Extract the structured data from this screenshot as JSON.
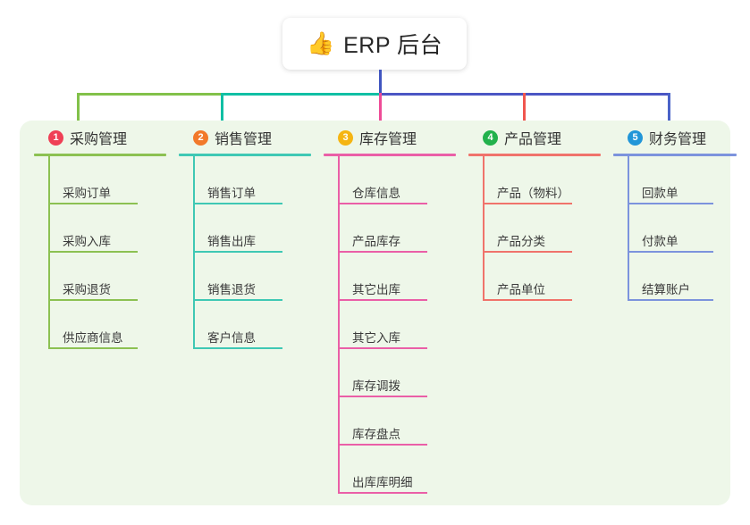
{
  "root": {
    "icon": "thumbs-up-emoji",
    "emoji": "👍",
    "title": "ERP 后台"
  },
  "palette": {
    "panel_bg": "#eef7e9",
    "page_bg": "#ffffff",
    "text": "#333333",
    "root_stem": "#4055c0"
  },
  "bus": {
    "segments": [
      {
        "name": "bus-green",
        "color": "#82c14a"
      },
      {
        "name": "bus-teal",
        "color": "#11bfa4"
      },
      {
        "name": "bus-indigo",
        "color": "#4b56c4"
      }
    ]
  },
  "columns": [
    {
      "index": "1",
      "title": "采购管理",
      "badge_color": "#ef4056",
      "line_color": "#8cc152",
      "drop_color": "#82c14a",
      "items": [
        "采购订单",
        "采购入库",
        "采购退货",
        "供应商信息"
      ]
    },
    {
      "index": "2",
      "title": "销售管理",
      "badge_color": "#f2792a",
      "line_color": "#3fc8b4",
      "drop_color": "#11bfa4",
      "items": [
        "销售订单",
        "销售出库",
        "销售退货",
        "客户信息"
      ]
    },
    {
      "index": "3",
      "title": "库存管理",
      "badge_color": "#f5b513",
      "line_color": "#ea5fa7",
      "drop_color": "#ee4c97",
      "items": [
        "仓库信息",
        "产品库存",
        "其它出库",
        "其它入库",
        "库存调拨",
        "库存盘点",
        "出库库明细"
      ]
    },
    {
      "index": "4",
      "title": "产品管理",
      "badge_color": "#22b14c",
      "line_color": "#f0736b",
      "drop_color": "#f0564f",
      "items": [
        "产品（物料）",
        "产品分类",
        "产品单位"
      ]
    },
    {
      "index": "5",
      "title": "财务管理",
      "badge_color": "#2196d8",
      "line_color": "#7c93dd",
      "drop_color": "#4a63c8",
      "items": [
        "回款单",
        "付款单",
        "结算账户"
      ]
    }
  ]
}
